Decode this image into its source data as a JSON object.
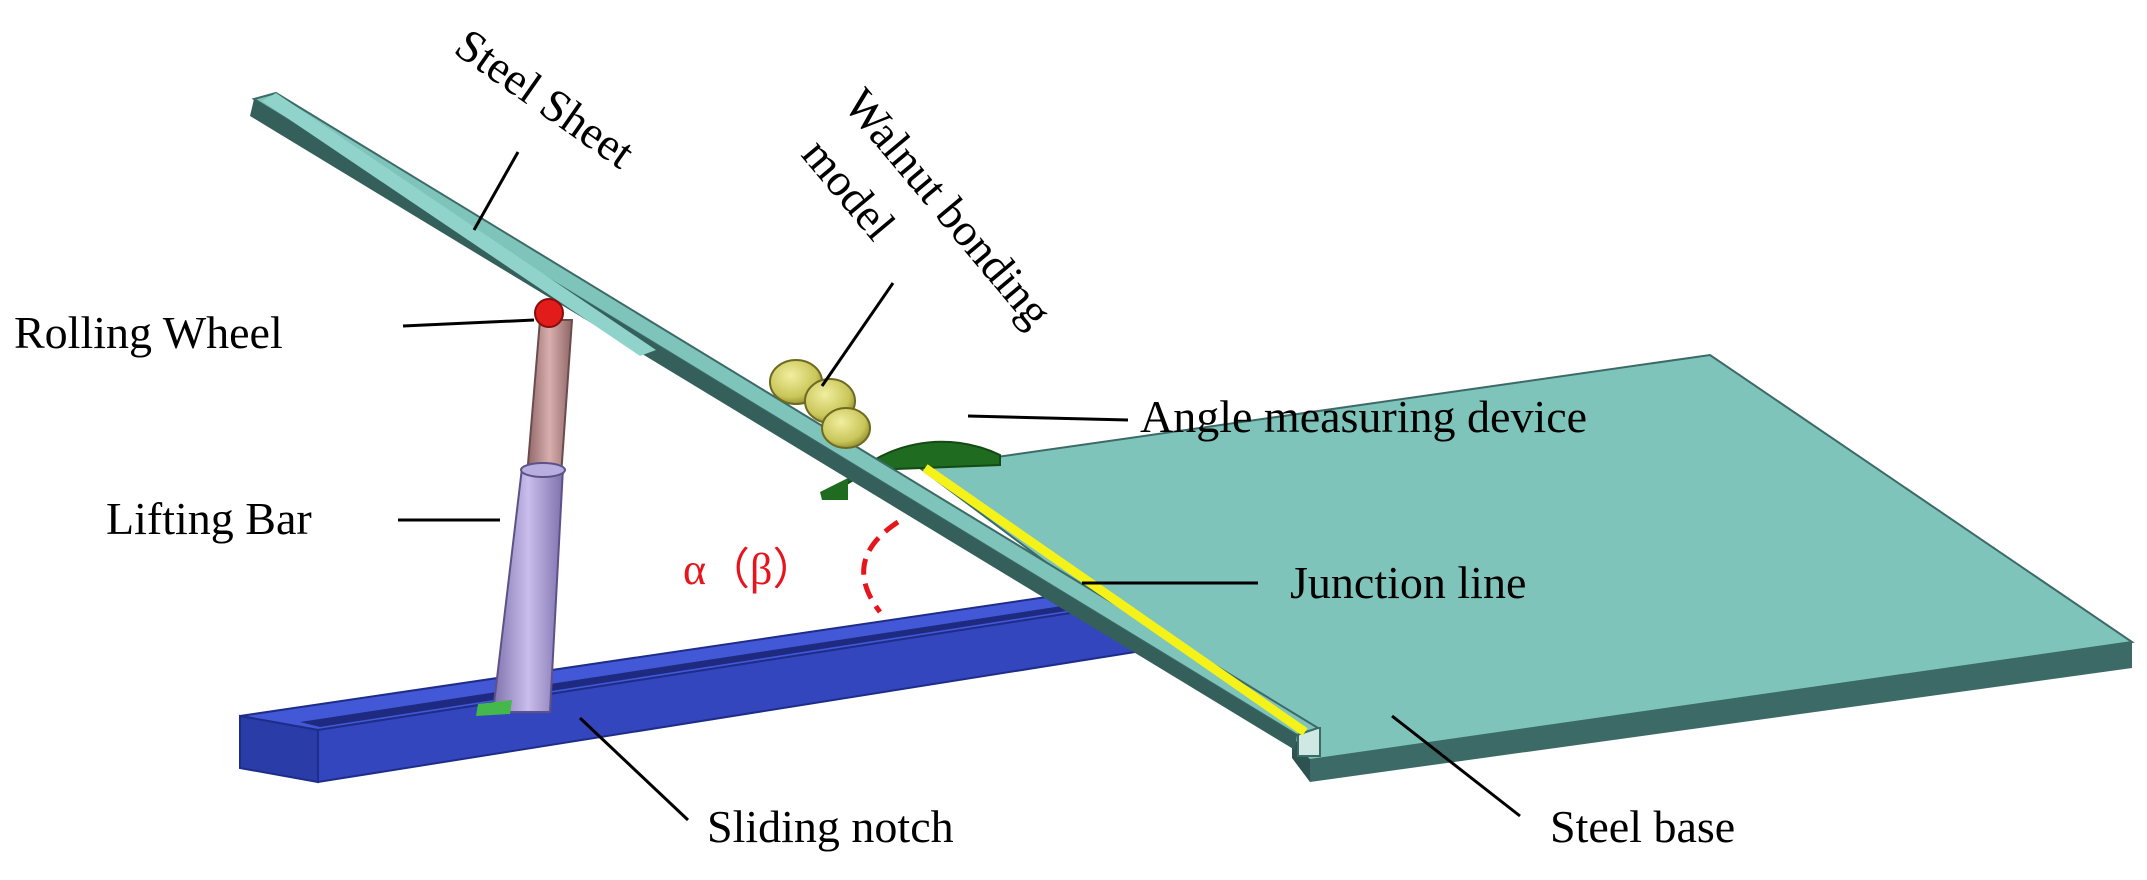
{
  "labels": {
    "steel_sheet": "Steel Sheet",
    "walnut_line1": "Walnut bonding",
    "walnut_line2": "model",
    "rolling_wheel": "Rolling Wheel",
    "angle_device": "Angle measuring  device",
    "lifting_bar": "Lifting Bar",
    "angle_symbol": "α（β）",
    "junction_line": "Junction line",
    "sliding_notch": "Sliding notch",
    "steel_base": "Steel base"
  },
  "colors": {
    "steel": "#7ec4bb",
    "steel_edge": "#3c6a66",
    "rail": "#3a4fc8",
    "rail_dark": "#1f2d8a",
    "junction": "#f5f21a",
    "protractor": "#1f6b1f",
    "walnut": "#c9c65a",
    "wheel": "#e21b1b",
    "lift_upper": "#b7898a",
    "lift_lower": "#a89bd0",
    "angle_mark": "#e8141c"
  }
}
